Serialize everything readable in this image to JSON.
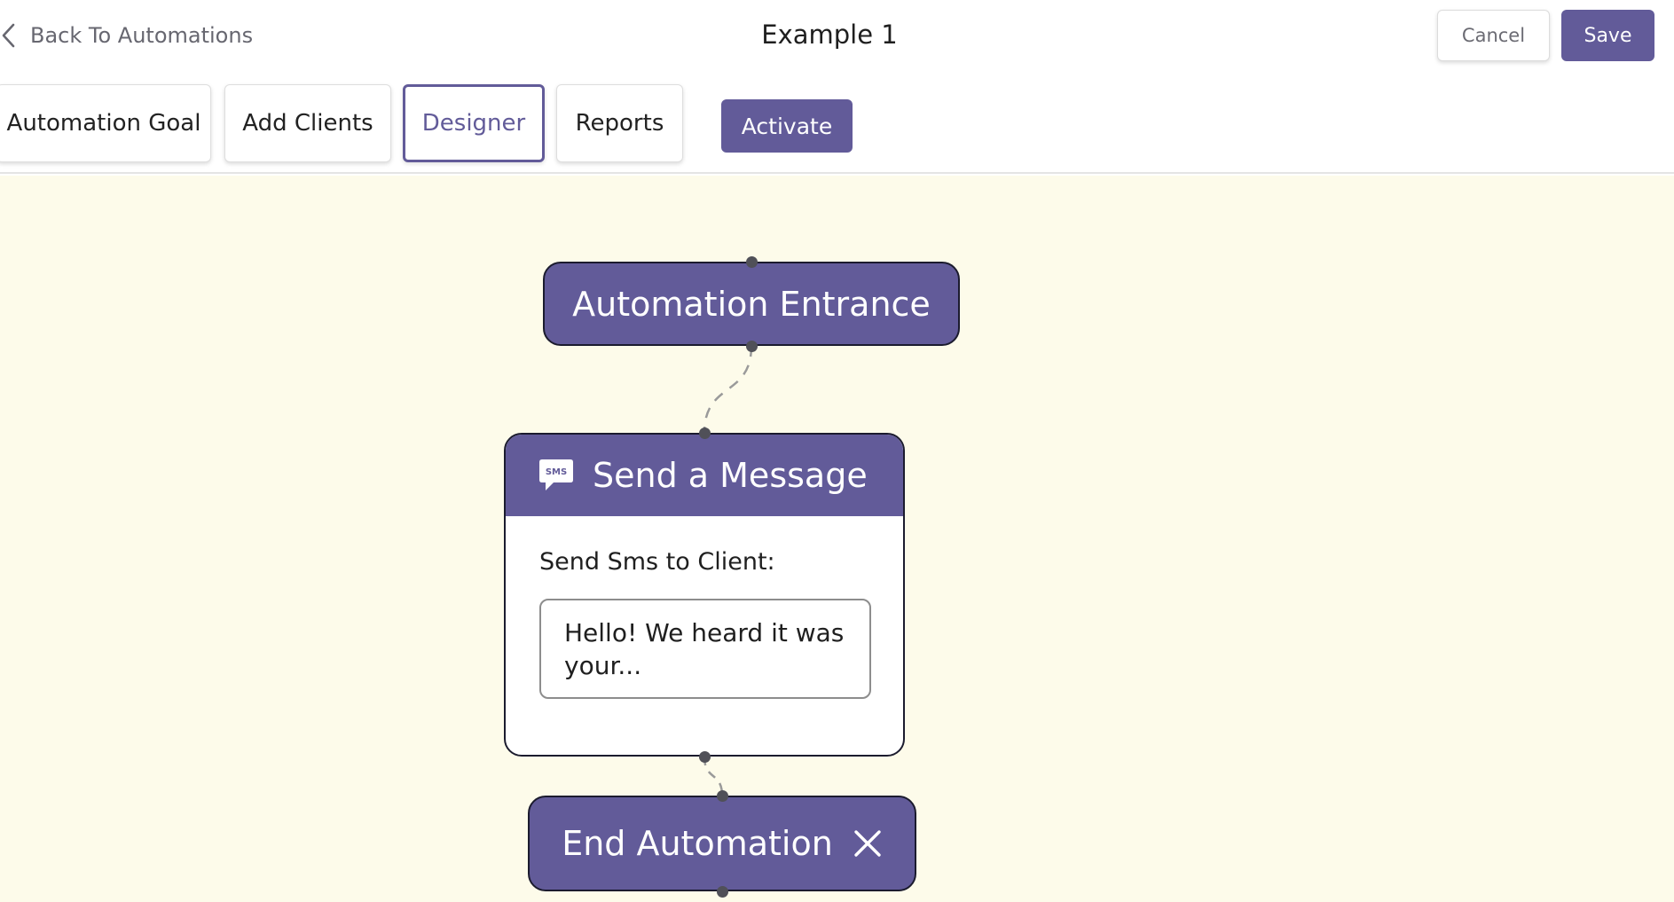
{
  "header": {
    "back_label": "Back To Automations",
    "title": "Example 1",
    "cancel_label": "Cancel",
    "save_label": "Save"
  },
  "tabs": [
    {
      "label": "Automation Goal",
      "active": false
    },
    {
      "label": "Add Clients",
      "active": false
    },
    {
      "label": "Designer",
      "active": true
    },
    {
      "label": "Reports",
      "active": false
    }
  ],
  "activate_label": "Activate",
  "designer": {
    "entrance_label": "Automation Entrance",
    "message_node": {
      "icon": "sms-icon",
      "icon_text": "SMS",
      "title": "Send a Message",
      "label": "Send Sms to Client:",
      "preview": "Hello! We heard it was your..."
    },
    "end_label": "End Automation",
    "end_icon": "close-icon"
  },
  "colors": {
    "accent": "#625b99",
    "canvas_bg": "#fdfbea",
    "connector": "#9a9a9a"
  }
}
